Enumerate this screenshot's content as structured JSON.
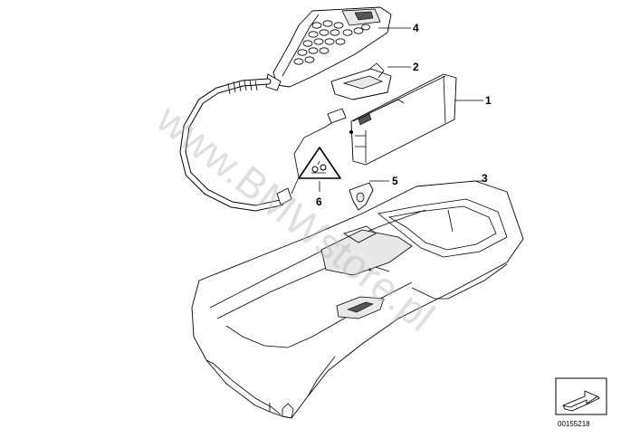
{
  "callouts": {
    "c1": "1",
    "c2": "2",
    "c3": "3",
    "c4": "4",
    "c5": "5",
    "c6": "6"
  },
  "watermark": "www.BMWstore.pl",
  "reference_number": "00155218",
  "icons": {
    "reference": "arrow-right-icon",
    "warning": "warning-triangle-icon"
  }
}
